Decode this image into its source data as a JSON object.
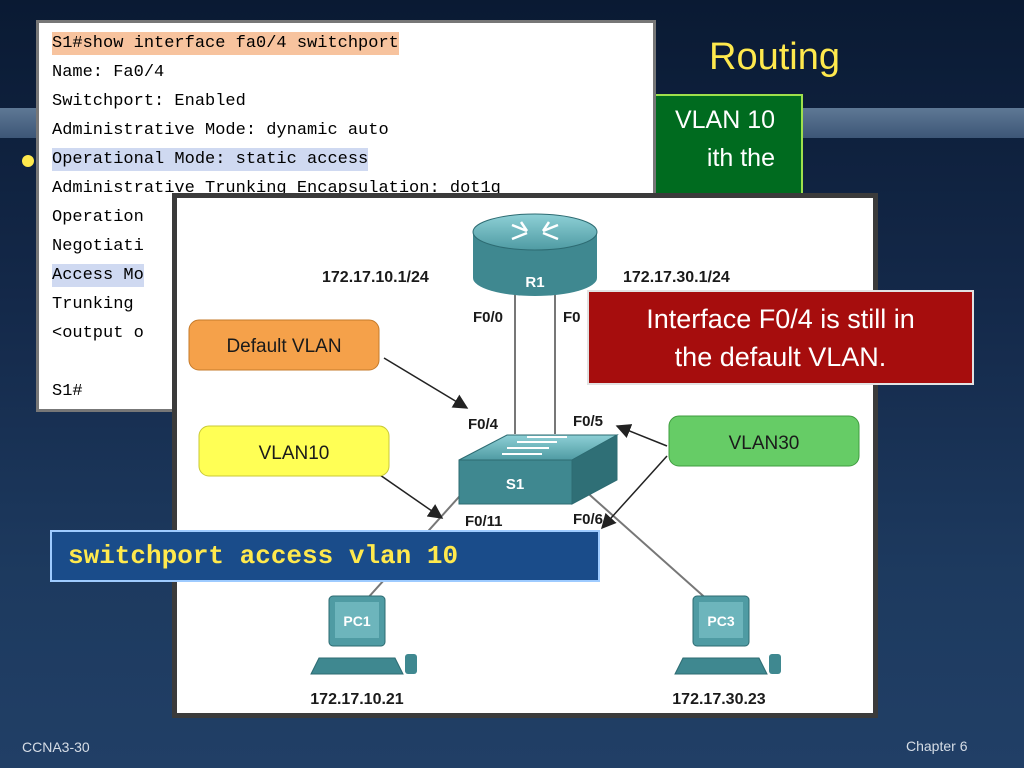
{
  "slide": {
    "title": "Routing",
    "green_callout": {
      "line1": "VLAN 10",
      "line2": "ith the"
    },
    "red_callout": {
      "line1": "Interface F0/4 is still in",
      "line2": "the default VLAN."
    },
    "command": "switchport access vlan 10",
    "footer_left": "CCNA3-30",
    "footer_right": "Chapter 6"
  },
  "terminal": {
    "lines": [
      "S1#show interface fa0/4 switchport",
      "Name: Fa0/4",
      "Switchport: Enabled",
      "Administrative Mode: dynamic auto",
      "Operational Mode: static access",
      "Administrative Trunking Encapsulation: dot1q",
      "Operation",
      "Negotiati",
      "Access Mo",
      "Trunking",
      "<output o",
      "",
      "S1#"
    ]
  },
  "diagram": {
    "router": {
      "name": "R1",
      "ip_left": "172.17.10.1/24",
      "ip_right": "172.17.30.1/24",
      "port_left": "F0/0",
      "port_right": "F0"
    },
    "switch": {
      "name": "S1",
      "port_f04": "F0/4",
      "port_f05": "F0/5",
      "port_f011": "F0/11",
      "port_f06": "F0/6"
    },
    "labels": {
      "default_vlan": "Default VLAN",
      "vlan10": "VLAN10",
      "vlan30": "VLAN30"
    },
    "pcs": [
      {
        "name": "PC1",
        "ip": "172.17.10.21"
      },
      {
        "name": "PC3",
        "ip": "172.17.30.23"
      }
    ],
    "colors": {
      "default_vlan": "#f5a14a",
      "vlan10": "#ffff55",
      "vlan30": "#66cc66",
      "device": "#4f9ba3"
    }
  }
}
